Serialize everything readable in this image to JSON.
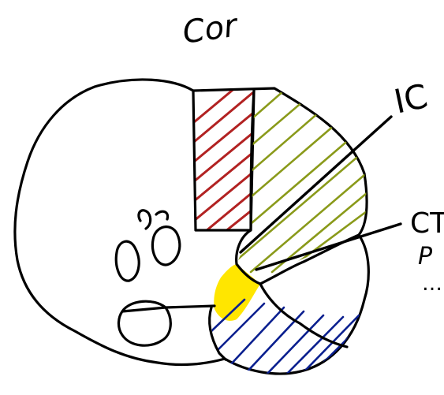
{
  "diagram": {
    "title": "Cor",
    "labels": {
      "ic": "IC",
      "ct": "CT",
      "ct_cont1": "P",
      "ct_cont2": "…"
    },
    "colors": {
      "red_hatch": "#b22222",
      "olive_hatch": "#8a9a1a",
      "yellow_fill": "#ffe600",
      "blue_hatch": "#0a1f8f",
      "outline": "#000000"
    }
  }
}
